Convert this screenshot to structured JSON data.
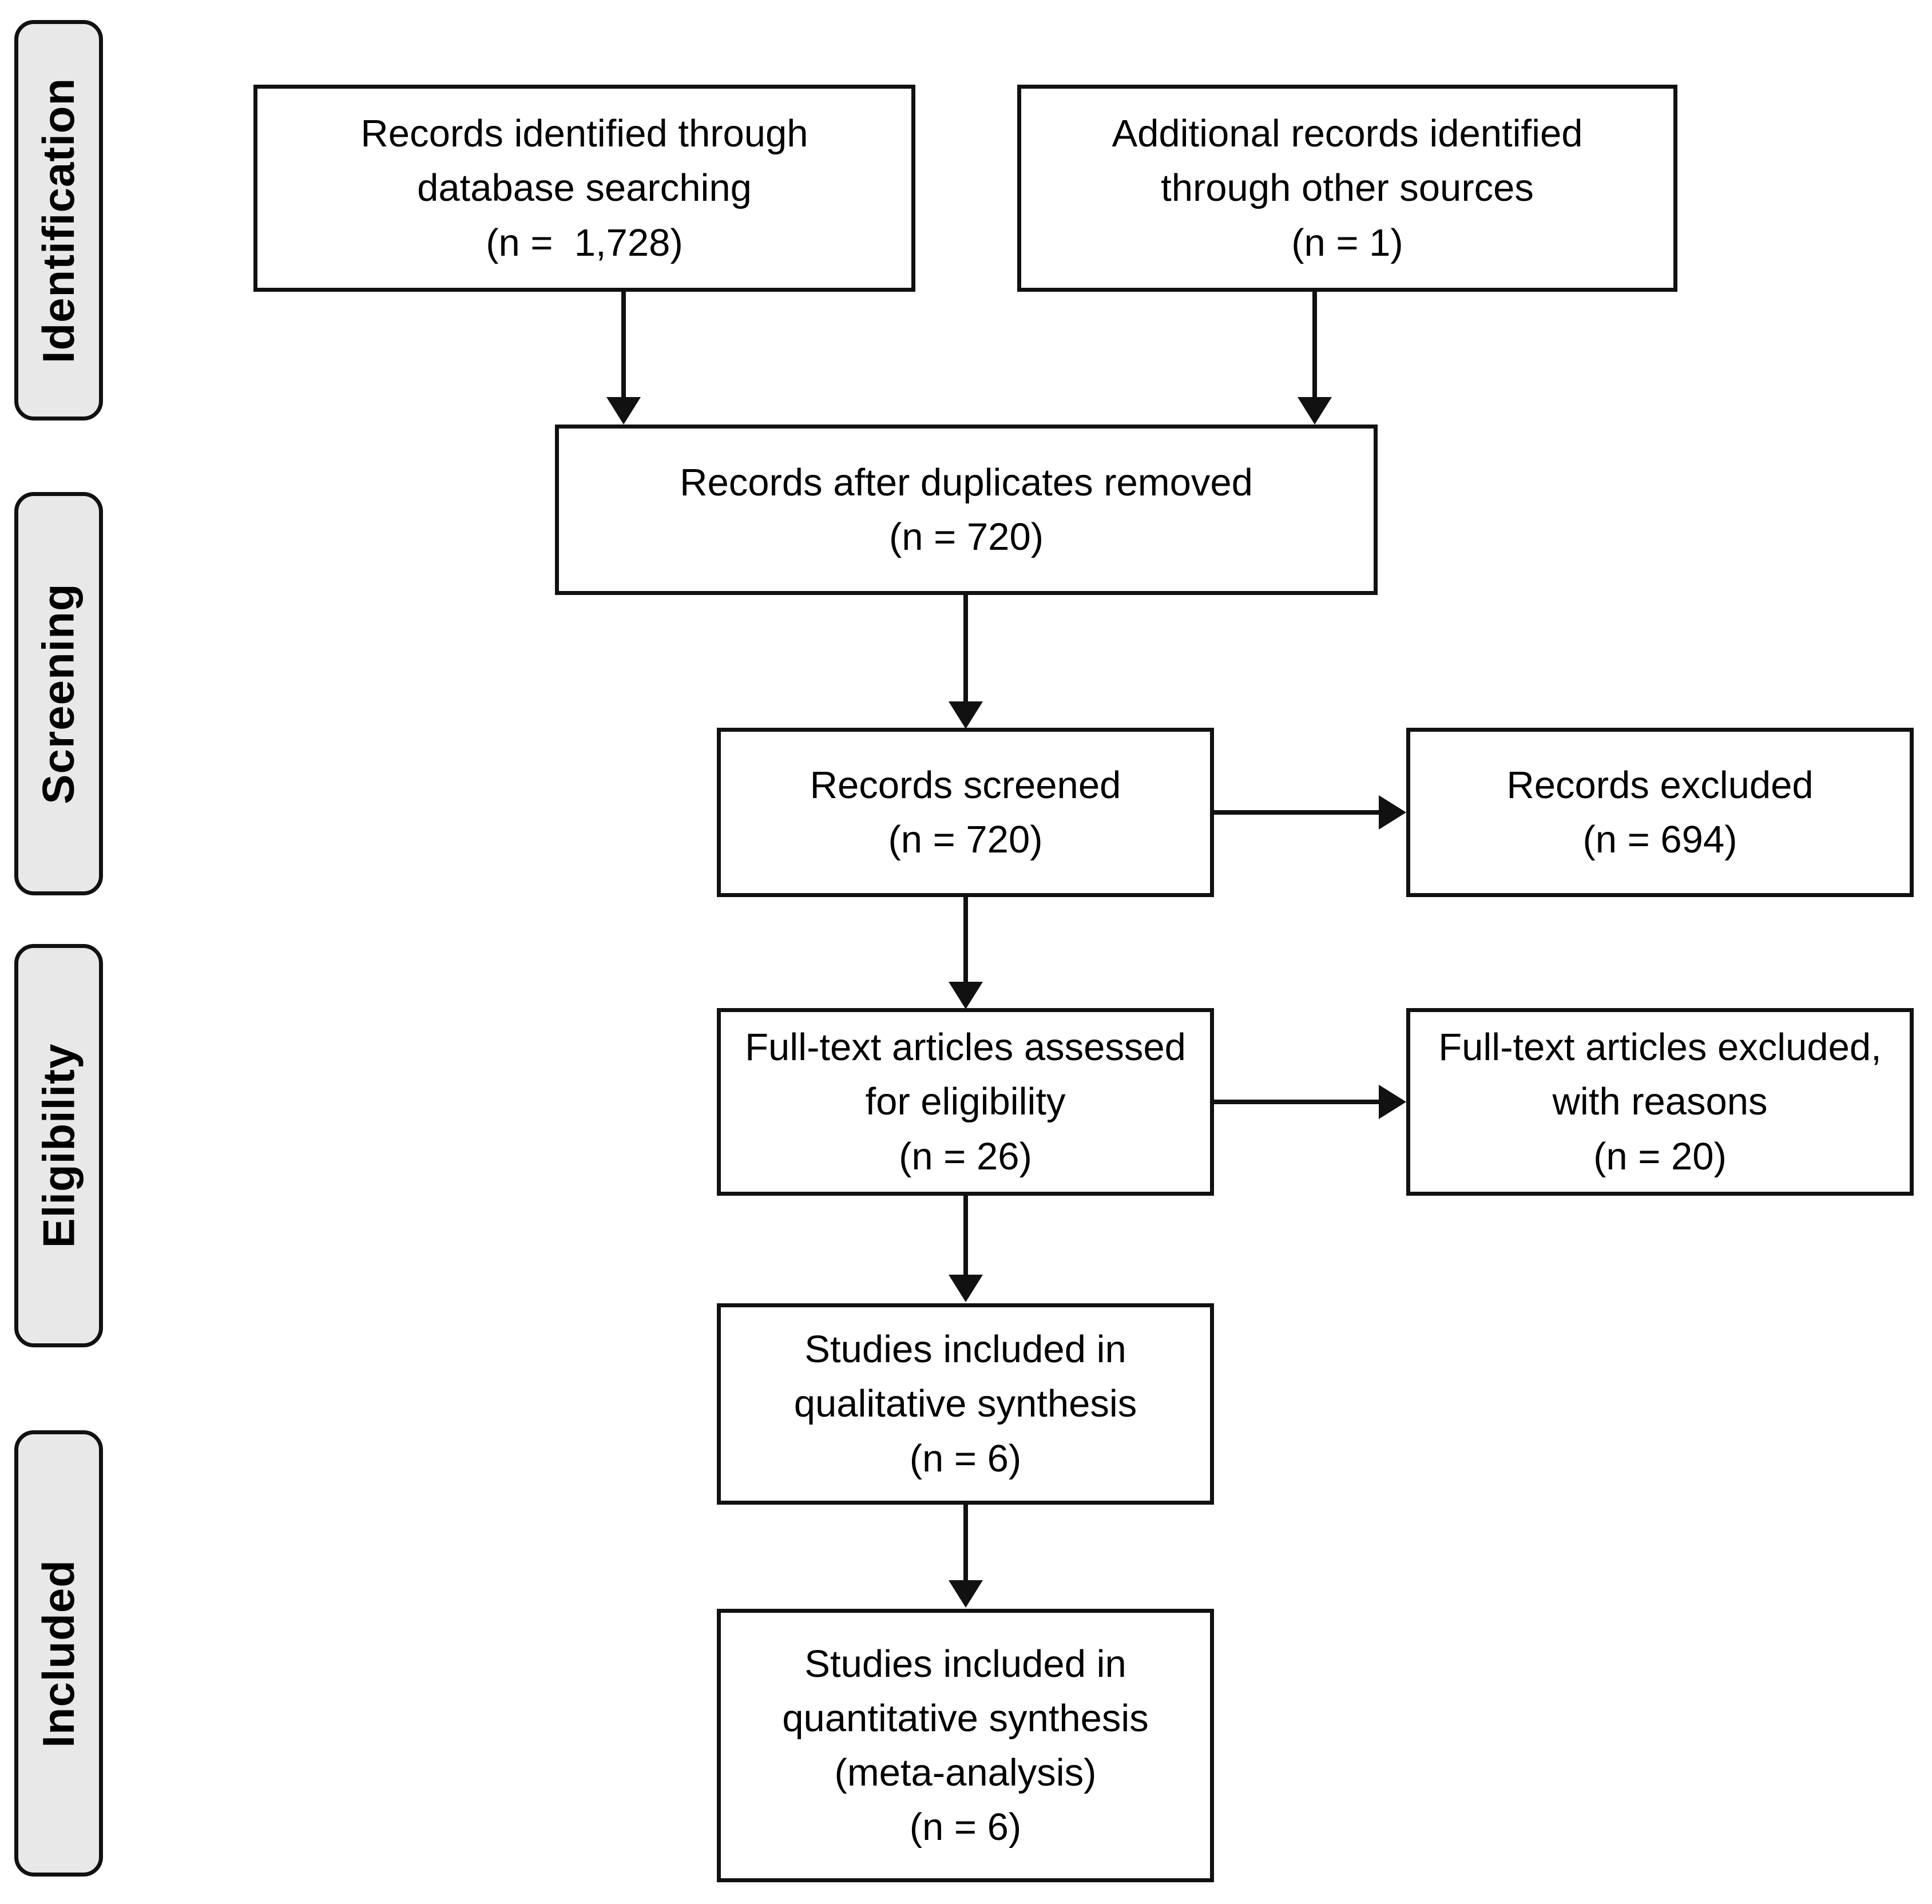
{
  "diagram": {
    "title": "PRISMA flow diagram",
    "type": "flowchart",
    "colors": {
      "box_border": "#111111",
      "box_fill": "#ffffff",
      "stage_fill": "#e8e8e8",
      "text": "#000000",
      "connector": "#111111"
    }
  },
  "stages": [
    {
      "id": "identification",
      "label": "Identification"
    },
    {
      "id": "screening",
      "label": "Screening"
    },
    {
      "id": "eligibility",
      "label": "Eligibility"
    },
    {
      "id": "included",
      "label": "Included"
    }
  ],
  "boxes": {
    "database_search": {
      "line1": "Records identified through",
      "line2": "database searching",
      "line3": "(n =  1,728)",
      "count": 1728
    },
    "other_sources": {
      "line1": "Additional records identified",
      "line2": "through other sources",
      "line3": "(n = 1)",
      "count": 1
    },
    "duplicates_removed": {
      "line1": "Records after duplicates removed",
      "line2": "(n = 720)",
      "count": 720
    },
    "records_screened": {
      "line1": "Records screened",
      "line2": "(n = 720)",
      "count": 720
    },
    "records_excluded": {
      "line1": "Records excluded",
      "line2": "(n = 694)",
      "count": 694
    },
    "fulltext_assessed": {
      "line1": "Full-text articles assessed",
      "line2": "for eligibility",
      "line3": "(n = 26)",
      "count": 26
    },
    "fulltext_excluded": {
      "line1": "Full-text articles excluded,",
      "line2": "with reasons",
      "line3": "(n = 20)",
      "count": 20
    },
    "qualitative_synthesis": {
      "line1": "Studies included in",
      "line2": "qualitative synthesis",
      "line3": "(n = 6)",
      "count": 6
    },
    "quantitative_synthesis": {
      "line1": "Studies included in",
      "line2": "quantitative synthesis",
      "line3": "(meta-analysis)",
      "line4": "(n = 6)",
      "count": 6
    }
  }
}
